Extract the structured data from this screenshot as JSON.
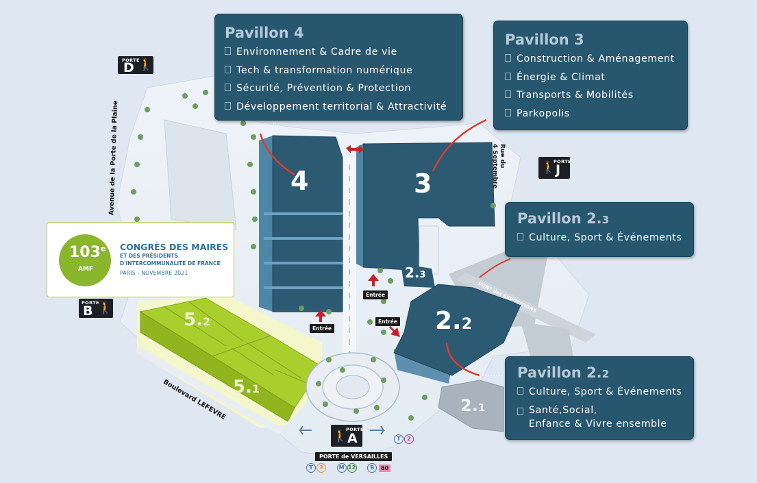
{
  "pavilions": [
    {
      "id": "p4",
      "title_main": "Pavillon 4",
      "title_sub": "",
      "items": [
        "Environnement & Cadre de vie",
        "Tech & transformation numérique",
        "Sécurité, Prévention & Protection",
        "Développement territorial & Attractivité"
      ]
    },
    {
      "id": "p3",
      "title_main": "Pavillon 3",
      "title_sub": "",
      "items": [
        "Construction & Aménagement",
        "Énergie & Climat",
        "Transports & Mobilités",
        "Parkopolis"
      ]
    },
    {
      "id": "p23",
      "title_main": "Pavillon 2.",
      "title_sub": "3",
      "items": [
        "Culture, Sport & Événements"
      ]
    },
    {
      "id": "p22",
      "title_main": "Pavillon 2.",
      "title_sub": "2",
      "items": [
        "Culture, Sport & Événements",
        "Santé,Social,\nEnfance & Vivre ensemble"
      ]
    }
  ],
  "buildings": {
    "b4": "4",
    "b3": "3",
    "b23_main": "2.",
    "b23_sub": "3",
    "b22_main": "2.",
    "b22_sub": "2",
    "b21_main": "2.",
    "b21_sub": "1",
    "b52_main": "5.",
    "b52_sub": "2",
    "b51_main": "5.",
    "b51_sub": "1"
  },
  "portes": {
    "d": {
      "label": "PORTE",
      "letter": "D"
    },
    "j": {
      "label": "PORTE",
      "letter": "J"
    },
    "b": {
      "label": "PORTE",
      "letter": "B"
    },
    "a": {
      "label": "PORTE",
      "letter": "A"
    }
  },
  "streets": {
    "plaine": "Avenue de la Porte de la Plaine",
    "rue_line1": "Rue du",
    "rue_line2": "4 Septembre",
    "lefevre": "Boulevard LEFEVRE",
    "pont": "PONT des EXPOSITIONS"
  },
  "entrances": [
    "Entrée",
    "Entrée",
    "Entrée"
  ],
  "logo": {
    "number": "103",
    "sup": "e",
    "amf": "AMF",
    "title": "CONGRÈS DES MAIRES",
    "line2": "ET DES PRÉSIDENTS",
    "line3": "D'INTERCOMMUNALITÉ DE FRANCE",
    "line4": "PARIS - NOVEMBRE 2021"
  },
  "transit": {
    "station": "PORTE de VERSAILLES",
    "tram3_letter": "T",
    "tram3_num": "3",
    "metro_letter": "M",
    "metro_num": "12",
    "bus_letter": "B",
    "bus_num": "80",
    "tram2_letter": "T",
    "tram2_num": "2"
  },
  "colors": {
    "panel": "#27566f",
    "building": "#2c5a73",
    "building_grey": "#a8b3bd",
    "pavilion5": "#a8cf2c",
    "route": "#dd3b2b",
    "entrance_arrow": "#c8202b",
    "background": "#dfe8f2"
  },
  "icons": [
    "walking-person-icon",
    "entrance-arrow-icon",
    "leader-line"
  ]
}
